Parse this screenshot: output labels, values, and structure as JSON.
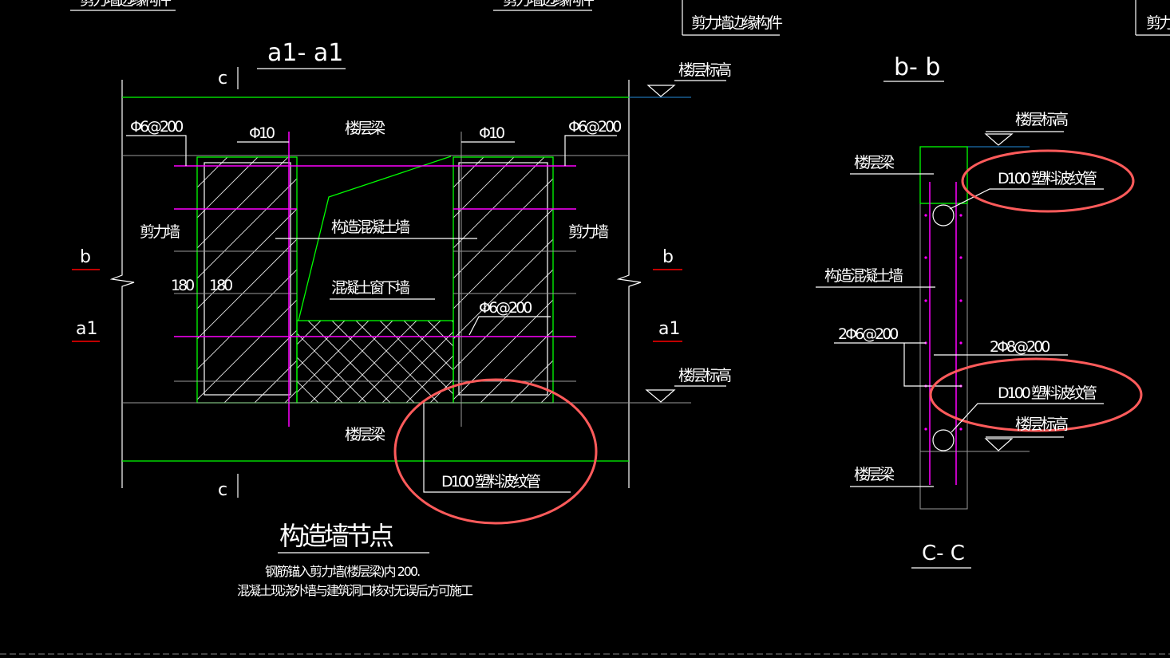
{
  "top_labels": {
    "edge_member_1": "剪力墙边缘构件",
    "edge_member_2": "剪力墙边缘构件",
    "edge_member_3": "剪力墙边缘构件",
    "edge_member_4": "剪力墙"
  },
  "section_a": {
    "title": "a1- a1",
    "cut_c": "c",
    "floor_elevation": "楼层标高",
    "rebar_phi6_200": "Φ6@200",
    "rebar_phi10": "Φ10",
    "floor_beam": "楼层梁",
    "shear_wall": "剪力墙",
    "structural_wall": "构造混凝土墙",
    "window_wall": "混凝土窗下墙",
    "dim_180": "180",
    "cut_b": "b",
    "cut_a1": "a1",
    "pipe": "D100   塑料波纹管"
  },
  "section_b": {
    "title": "b- b",
    "floor_elevation": "楼层标高",
    "floor_beam": "楼层梁",
    "pipe": "D100  塑料波纹管",
    "structural_wall": "构造混凝土墙",
    "rebar_2phi6": "2Φ6@200",
    "rebar_2phi8": "2Φ8@200"
  },
  "section_c_title": "C- C",
  "detail": {
    "title": "构造墙节点",
    "note_1": "钢筋锚入剪力墙(楼层梁)内          200.",
    "note_2": "混凝土现浇外墙与建筑洞口核对无误后方可施工"
  },
  "colors": {
    "highlight": "#ff5b5b",
    "rebar": "#ff00ff",
    "outline": "#00ff00"
  }
}
